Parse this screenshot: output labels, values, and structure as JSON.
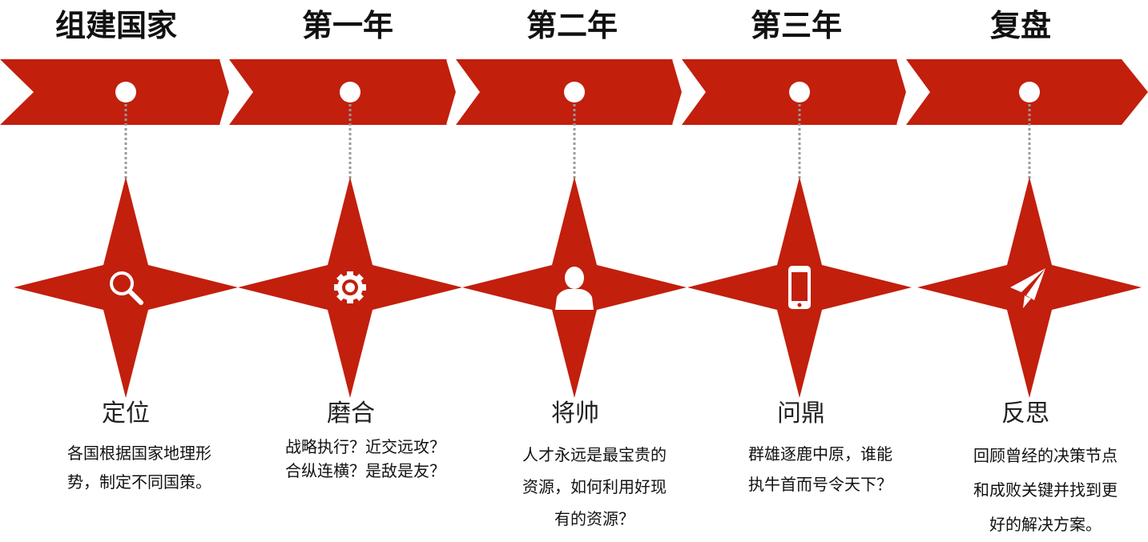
{
  "colors": {
    "accent": "#C21F0D",
    "dot": "#FFFFFF",
    "connector": "#999999"
  },
  "stages": [
    {
      "phase": "组建国家",
      "name": "定位",
      "icon": "search-icon",
      "desc": [
        "各国根据国家地理形",
        "势，制定不同国策。"
      ]
    },
    {
      "phase": "第一年",
      "name": "磨合",
      "icon": "gear-icon",
      "desc": [
        "战略执行？近交远攻？",
        "合纵连横？是敌是友？"
      ]
    },
    {
      "phase": "第二年",
      "name": "将帅",
      "icon": "person-icon",
      "desc": [
        "人才永远是最宝贵的",
        "资源，如何利用好现",
        "有的资源？"
      ]
    },
    {
      "phase": "第三年",
      "name": "问鼎",
      "icon": "mobile-phone-icon",
      "desc": [
        "群雄逐鹿中原，谁能",
        "执牛首而号令天下？"
      ]
    },
    {
      "phase": "复盘",
      "name": "反思",
      "icon": "paper-plane-icon",
      "desc": [
        "回顾曾经的决策节点",
        "和成败关键并找到更",
        "好的解决方案。"
      ]
    }
  ]
}
